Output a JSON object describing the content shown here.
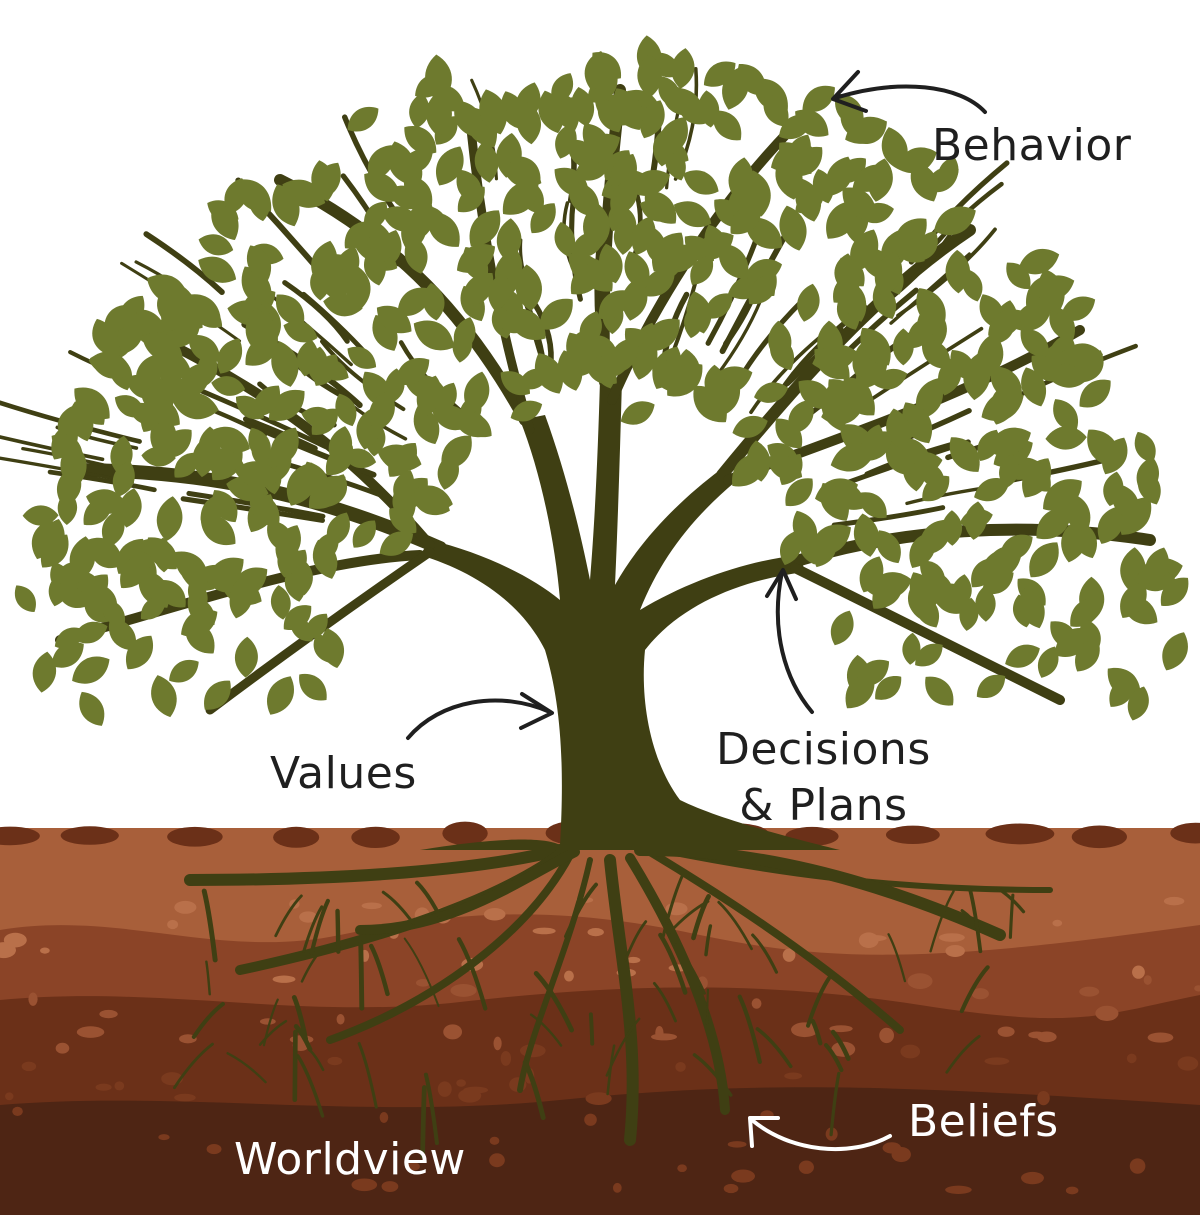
{
  "labels": {
    "behavior": "Behavior",
    "values": "Values",
    "decisions_line1": "Decisions",
    "decisions_line2": "& Plans",
    "beliefs": "Beliefs",
    "worldview": "Worldview"
  },
  "colors": {
    "leaf": "#6e7a2e",
    "trunk": "#3f3f13",
    "soil_top": "#a85f3a",
    "soil_mid": "#8b4427",
    "soil_deep": "#6b3018",
    "soil_bottom": "#4e2514",
    "label_dark": "#1f1f1f",
    "label_light": "#ffffff"
  }
}
